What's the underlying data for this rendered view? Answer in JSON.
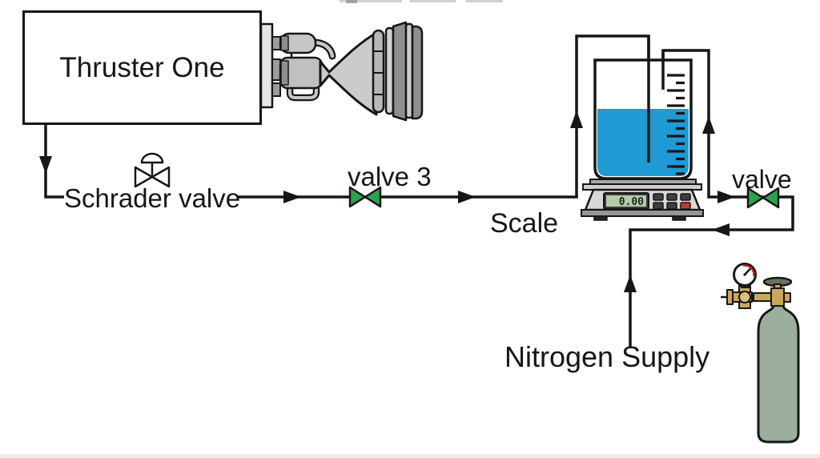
{
  "labels": {
    "thruster": "Thruster One",
    "schrader_valve": "Schrader valve",
    "valve3": "valve 3",
    "scale": "Scale",
    "outlet_valve": "valve",
    "nitrogen_supply": "Nitrogen Supply"
  },
  "scale": {
    "display_value": "0.00"
  },
  "colors": {
    "line": "#161616",
    "valve_green": "#2aa24e",
    "liquid_blue": "#1f9ad5",
    "lcd_green": "#b7caa9",
    "button_red": "#c23a2c",
    "cylinder_green": "#9dae9f",
    "brass": "#c9a85b"
  }
}
